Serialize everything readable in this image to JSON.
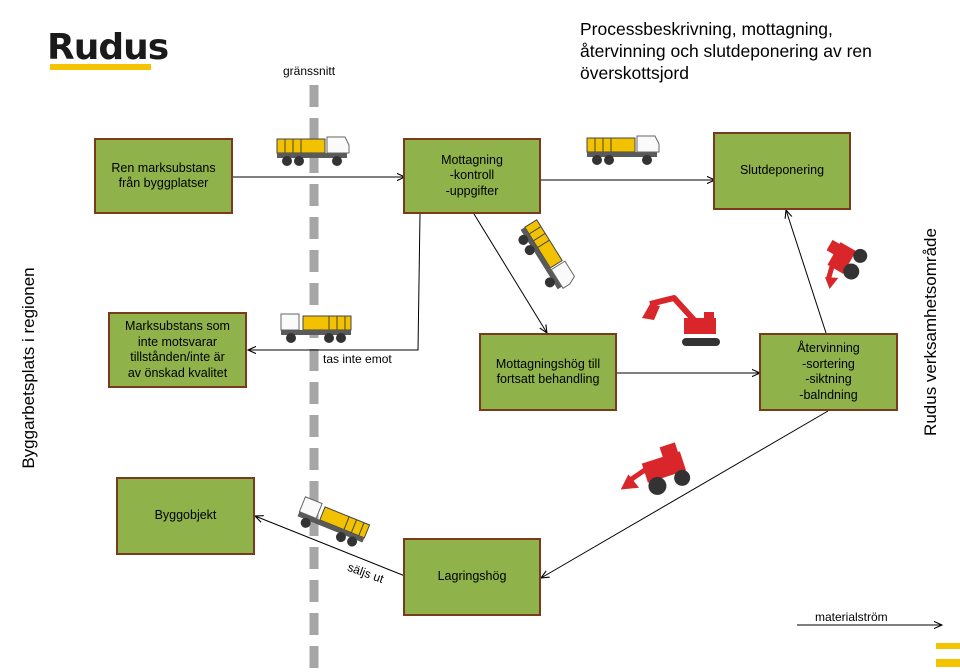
{
  "logo": {
    "text": "Rudus"
  },
  "title": {
    "lines": [
      "Processbeskrivning, mottagning,",
      "återvinning och slutdeponering av ren",
      "överskottsjord"
    ]
  },
  "labels": {
    "boundary": "gränssnitt",
    "rejected": "tas inte emot",
    "sold": "säljs ut",
    "legend": "materialström",
    "left_side": "Byggarbetsplats i regionen",
    "right_side": "Rudus verksamhetsområde"
  },
  "boxes": {
    "source": "Ren marksubstans\nfrån byggplatser",
    "reception": "Mottagning\n-kontroll\n-uppgifter",
    "final_deposit": "Slutdeponering",
    "rejected_material": "Marksubstans som\ninte motsvarar\ntillstånden/inte är\nav önskad kvalitet",
    "receiving_pile": "Mottagningshög till\nfortsatt behandling",
    "recycling": "Återvinning\n-sortering\n-siktning\n-balndning",
    "construction_object": "Byggobjekt",
    "storage_pile": "Lagringshög"
  },
  "icons": {
    "truck": "dump-truck-icon",
    "excavator": "excavator-icon",
    "loader": "wheel-loader-icon"
  },
  "colors": {
    "box_fill": "#8fb24a",
    "box_border": "#7a3a1e",
    "brand_yellow": "#f5c400",
    "boundary_gray": "#a6a6a6",
    "machine_red": "#d9262a"
  }
}
